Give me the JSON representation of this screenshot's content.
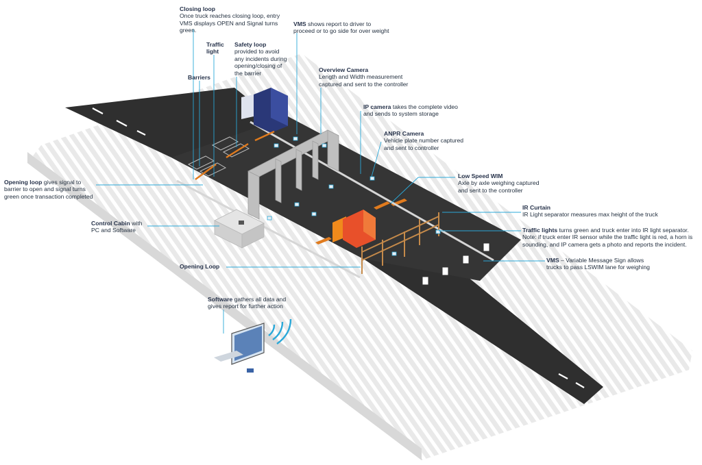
{
  "labels": {
    "closing_loop": {
      "title": "Closing loop",
      "text": "Once truck reaches closing loop, entry VMS displays OPEN and Signal turns green."
    },
    "vms_top": {
      "title": "VMS",
      "text": " shows report to driver to proceed or to go side for over weight"
    },
    "traffic_light": {
      "title": "Traffic light"
    },
    "safety_loop": {
      "title": "Safety loop",
      "text": "provided to avoid any incidents during opening/closing of the barrier"
    },
    "barriers": {
      "title": "Barriers"
    },
    "overview_camera": {
      "title": "Overview Camera",
      "text": "Length and Width measurement captured and sent to the controller"
    },
    "ip_camera": {
      "title": "IP camera",
      "text": " takes the complete video and sends to system storage"
    },
    "anpr_camera": {
      "title": "ANPR Camera",
      "text": "Vehicle plate number captured and sent to controller"
    },
    "low_speed_wim": {
      "title": "Low Speed WIM",
      "text": "Axle by axle weighing captured and sent to the controller"
    },
    "ir_curtain": {
      "title": "IR Curtain",
      "text": "IR Light separator measures max height of the truck"
    },
    "traffic_lights": {
      "title": "Traffic lights",
      "text": " turns green and truck enter into IR light separator. Note: if truck enter IR sensor while the traffic light is red, a horn is sounding, and IP camera gets a photo and reports the incident."
    },
    "vms_bottom": {
      "title": "VMS",
      "text": " – Variable Message Sign allows trucks to pass LSWIM lane for weighing"
    },
    "opening_loop_left": {
      "title": "Opening loop",
      "text": " gives signal to barrier to open and signal turns green once transaction completed"
    },
    "control_cabin": {
      "title": "Control Cabin",
      "text": " with PC and Software"
    },
    "opening_loop": {
      "title": "Opening Loop"
    },
    "software": {
      "title": "Software",
      "text": " gathers all data and gives report for further action"
    }
  },
  "colors": {
    "road": "#333333",
    "pavement": "#e6e6e6",
    "accent_line": "#2aa8d8",
    "barrier": "#e07b1e",
    "truck_cab": "#f08a1c",
    "truck_box": "#e8502a",
    "truck_blue": "#2a3878",
    "gantry": "#bfbfbf"
  }
}
